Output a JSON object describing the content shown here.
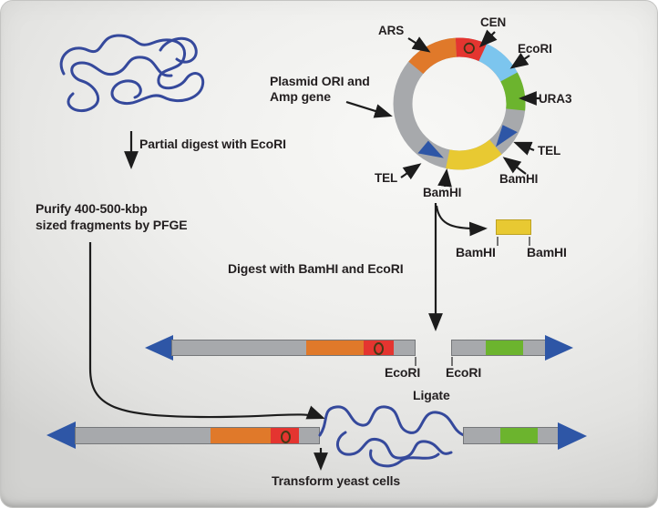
{
  "plasmid_map": {
    "ars": "ARS",
    "cen": "CEN",
    "ecori": "EcoRI",
    "ura3": "URA3",
    "tel_right": "TEL",
    "bamhi_right": "BamHI",
    "bamhi_bottom": "BamHI",
    "tel_left": "TEL",
    "ori_label_line1": "Plasmid ORI and",
    "ori_label_line2": "Amp gene"
  },
  "process": {
    "partial_digest": "Partial digest with EcoRI",
    "purify_line1": "Purify 400-500-kbp",
    "purify_line2": "sized fragments by PFGE",
    "digest": "Digest with BamHI and EcoRI",
    "ligate": "Ligate",
    "transform": "Transform yeast cells"
  },
  "stuffer_fragment": {
    "left_site": "BamHI",
    "right_site": "BamHI"
  },
  "vector_arms": {
    "left_arm_site": "EcoRI",
    "right_arm_site": "EcoRI"
  },
  "colors": {
    "orange": "#e0792a",
    "red": "#e43530",
    "light_blue": "#7cc5ee",
    "green": "#6cb42e",
    "yellow": "#e8c932",
    "gray": "#a7a9ac",
    "gray_border": "#75777a",
    "blue": "#2e56a6",
    "dna": "#35499c",
    "ink": "#231f20"
  }
}
